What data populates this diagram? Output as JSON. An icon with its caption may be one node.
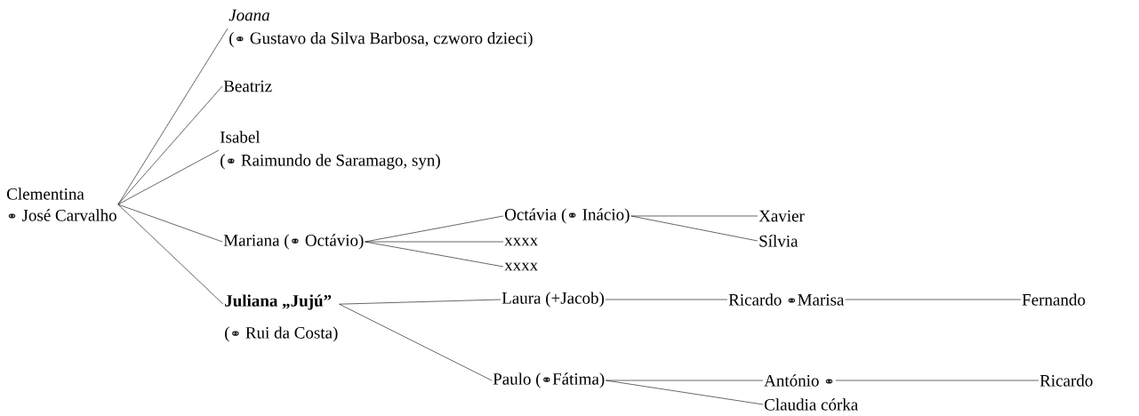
{
  "diagram": {
    "nodes": [
      {
        "text": [
          "Clementina",
          "⚭ José Carvalho"
        ]
      },
      {
        "text": [
          "Joana",
          "(⚭ Gustavo da Silva Barbosa, czworo dzieci)"
        ]
      },
      {
        "text": [
          "Beatriz"
        ]
      },
      {
        "text": [
          "Isabel",
          "(⚭ Raimundo de Saramago, syn)"
        ]
      },
      {
        "text": [
          "Mariana (⚭ Octávio)"
        ]
      },
      {
        "text": [
          "Juliana „Jujú”",
          "(⚭ Rui da Costa)"
        ]
      },
      {
        "text": [
          "Octávia (⚭ Inácio)"
        ]
      },
      {
        "text": [
          "xxxx"
        ]
      },
      {
        "text": [
          "xxxx"
        ]
      },
      {
        "text": [
          "Xavier"
        ]
      },
      {
        "text": [
          "Sílvia"
        ]
      },
      {
        "text": [
          "Laura (+Jacob)"
        ]
      },
      {
        "text": [
          "Paulo (⚭Fátima)"
        ]
      },
      {
        "text": [
          "Ricardo ⚭Marisa"
        ]
      },
      {
        "text": [
          "António ⚭"
        ]
      },
      {
        "text": [
          "Claudia córka"
        ]
      },
      {
        "text": [
          "Fernando"
        ]
      },
      {
        "text": [
          "Ricardo"
        ]
      }
    ],
    "edges": [
      {
        "from": 0,
        "to": 1,
        "arrow": "none"
      },
      {
        "from": 0,
        "to": 2,
        "arrow": "none"
      },
      {
        "from": 0,
        "to": 3,
        "arrow": "none"
      },
      {
        "from": 0,
        "to": 4,
        "arrow": "none"
      },
      {
        "from": 0,
        "to": 5,
        "arrow": "none"
      },
      {
        "from": 4,
        "to": 6,
        "arrow": "none"
      },
      {
        "from": 4,
        "to": 7,
        "arrow": "none"
      },
      {
        "from": 4,
        "to": 8,
        "arrow": "none"
      },
      {
        "from": 6,
        "to": 9,
        "arrow": "none"
      },
      {
        "from": 6,
        "to": 10,
        "arrow": "none"
      },
      {
        "from": 5,
        "to": 11,
        "arrow": "none"
      },
      {
        "from": 5,
        "to": 12,
        "arrow": "none"
      },
      {
        "from": 11,
        "to": 13,
        "arrow": "none"
      },
      {
        "from": 13,
        "to": 16,
        "arrow": "none"
      },
      {
        "from": 12,
        "to": 14,
        "arrow": "none"
      },
      {
        "from": 12,
        "to": 15,
        "arrow": "none"
      },
      {
        "from": 14,
        "to": 17,
        "arrow": "none"
      }
    ]
  }
}
